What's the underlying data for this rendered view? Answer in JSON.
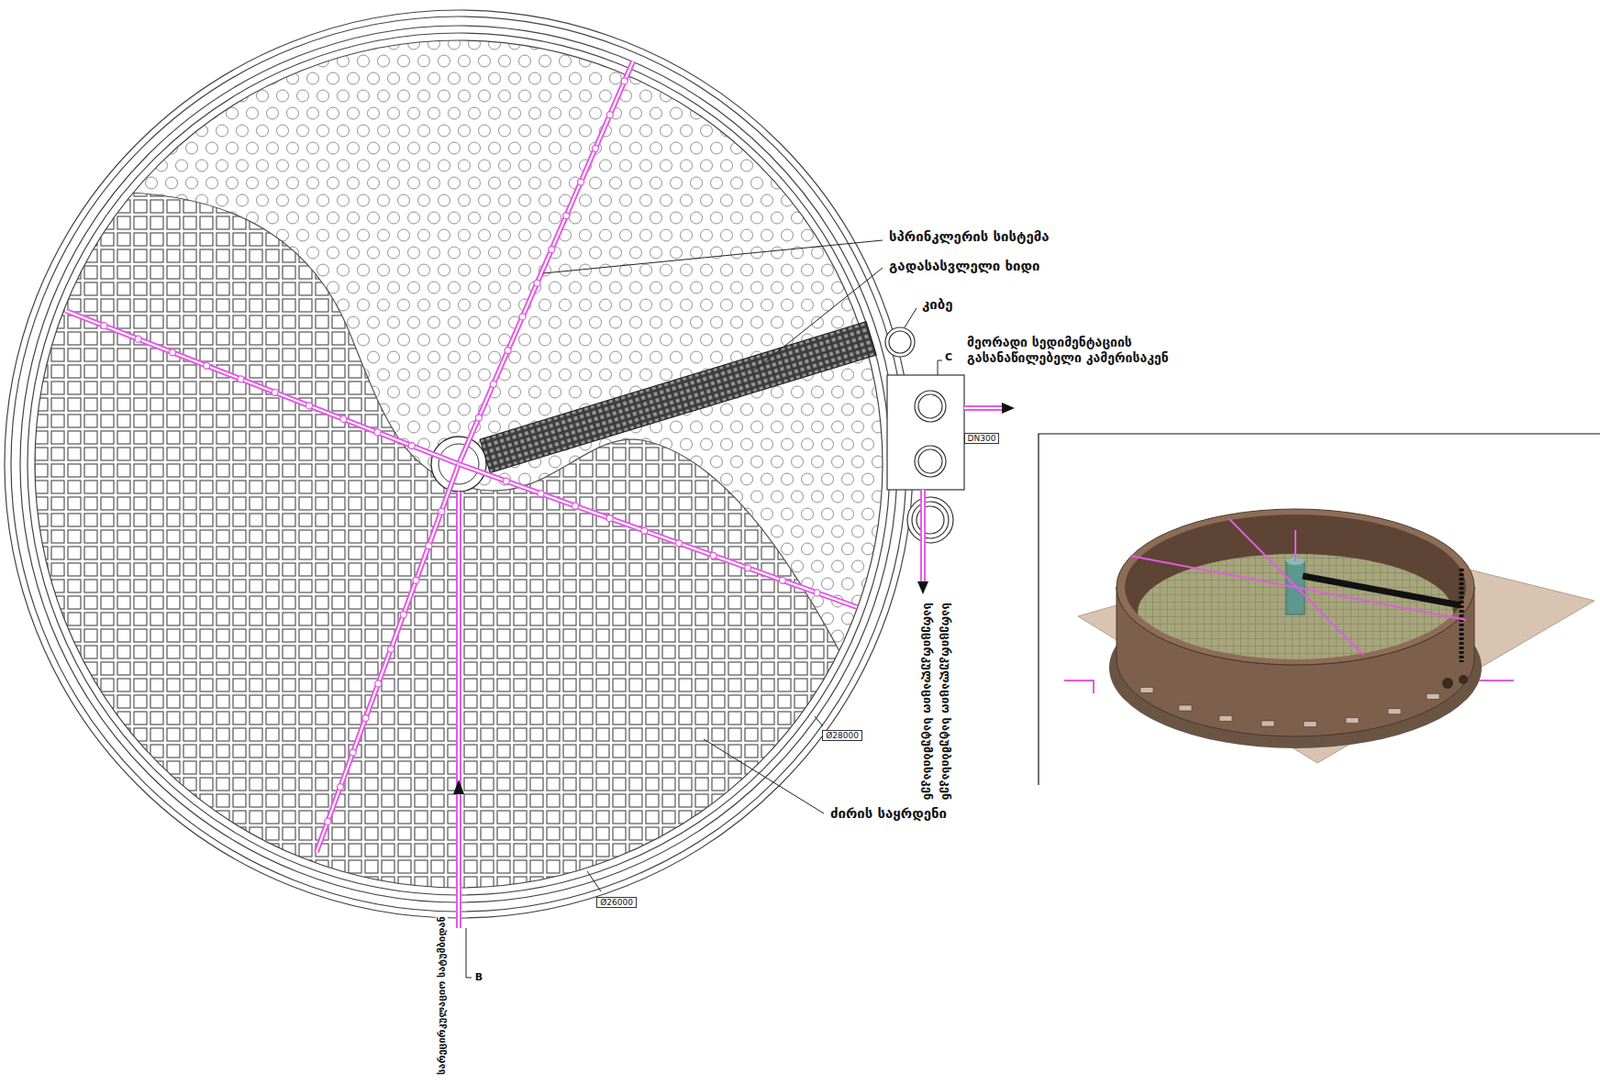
{
  "diagram": {
    "labels": [
      "სპრინკლერის სისტემა",
      "გადასასვლელი ხიდი",
      "კიბე",
      "მეორადი სედიმენტაციის გასანაწილებელი კამერისაკენ",
      "სარეცირკულაციო სატუმბისაკენ",
      "სარეცირკულაციო სატუმბისაკენ",
      "ძირის საყრდენი",
      "სარეცირკულაციო სატუმბიდან",
      "C",
      "B",
      "DN300",
      "Ø28000",
      "Ø26000"
    ]
  }
}
